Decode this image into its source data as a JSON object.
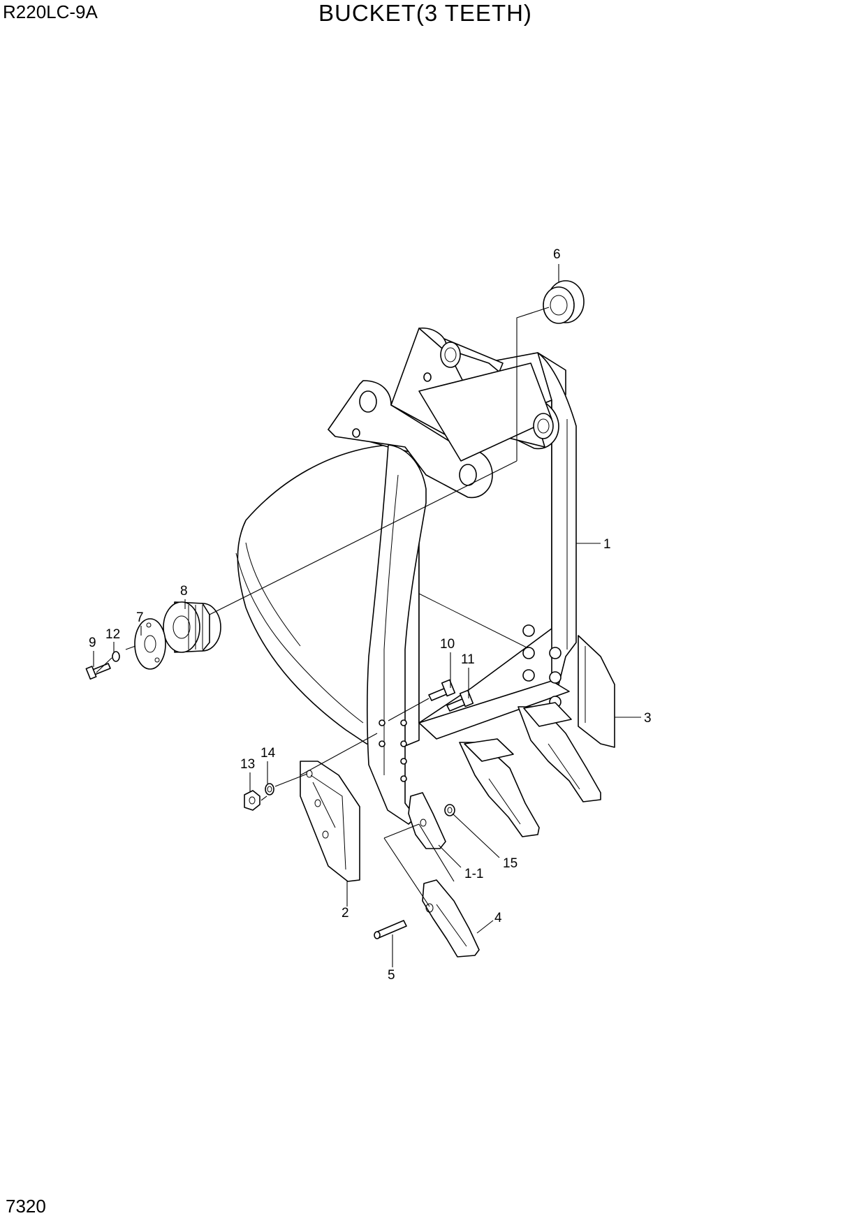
{
  "header": {
    "model": "R220LC-9A",
    "title": "BUCKET(3 TEETH)"
  },
  "footer": {
    "page_number": "7320"
  },
  "callouts": [
    "1",
    "1-1",
    "2",
    "3",
    "4",
    "5",
    "6",
    "7",
    "8",
    "9",
    "10",
    "11",
    "12",
    "13",
    "14",
    "15"
  ]
}
